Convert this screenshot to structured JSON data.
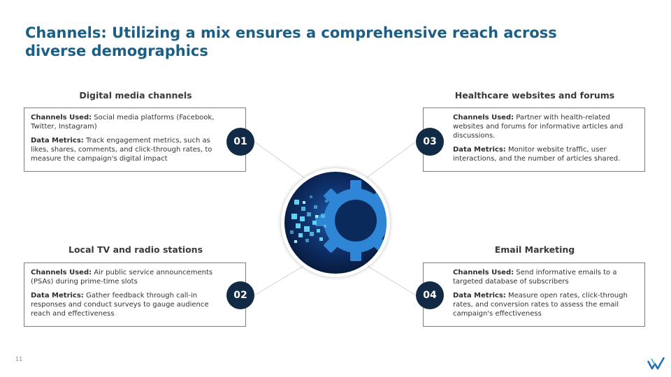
{
  "title": {
    "line1": "Channels: Utilizing a mix ensures a comprehensive reach across",
    "line2": "diverse demographics"
  },
  "sections": [
    {
      "title": "Digital media channels",
      "badge": "01",
      "channels_label": "Channels Used:",
      "channels_text": " Social media platforms (Facebook, Twitter, Instagram)",
      "metrics_label": "Data Metrics:",
      "metrics_text": " Track engagement metrics, such as likes, shares, comments, and click-through rates, to measure the campaign's digital impact"
    },
    {
      "title": "Local TV and radio stations",
      "badge": "02",
      "channels_label": "Channels Used:",
      "channels_text": " Air public service announcements (PSAs) during prime-time slots",
      "metrics_label": "Data Metrics:",
      "metrics_text": " Gather feedback through call-in responses and conduct surveys to gauge audience reach and effectiveness"
    },
    {
      "title": "Healthcare websites  and forums",
      "badge": "03",
      "channels_label": "Channels Used:",
      "channels_text": " Partner with health-related websites and forums for informative articles and discussions.",
      "metrics_label": "Data Metrics:",
      "metrics_text": " Monitor website traffic, user interactions, and the number of articles shared."
    },
    {
      "title": "Email Marketing",
      "badge": "04",
      "channels_label": "Channels Used:",
      "channels_text": " Send informative emails to a targeted database of subscribers",
      "metrics_label": "Data Metrics:",
      "metrics_text": " Measure open rates, click-through rates, and conversion rates to assess the email campaign's effectiveness"
    }
  ],
  "center_image": "digital-gear-icon",
  "logo": "brand-logo-icon",
  "page_number": "11",
  "colors": {
    "title": "#1c5f86",
    "badge": "#112a45",
    "hub_accent": "#2f86d6"
  }
}
